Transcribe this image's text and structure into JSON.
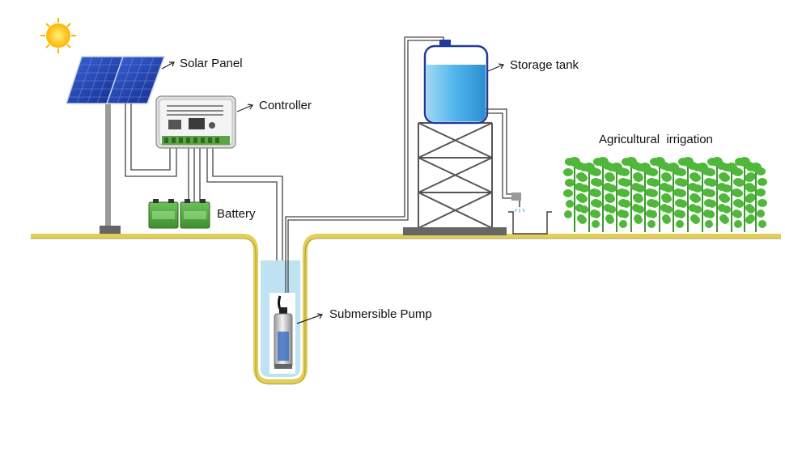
{
  "labels": {
    "solar_panel": "Solar Panel",
    "controller": "Controller",
    "battery": "Battery",
    "storage_tank": "Storage tank",
    "agricultural_irrigation": "Agricultural  irrigation",
    "submersible_pump": "Submersible Pump"
  },
  "colors": {
    "ground": "#e3cf55",
    "well_water": "#bfe3f2",
    "tank_water": "#3aa7e6",
    "tank_outline": "#223a9a",
    "panel_cell": "#2347b8",
    "plant": "#4fb83a",
    "sun": "#ffc400"
  },
  "icons": {
    "sun": "sun-icon",
    "solar_panel": "solar-panel-icon",
    "controller": "controller-icon",
    "battery": "battery-icon",
    "storage_tank": "water-tank-icon",
    "pump": "pump-icon",
    "plants": "plant-icon",
    "faucet": "faucet-icon"
  }
}
